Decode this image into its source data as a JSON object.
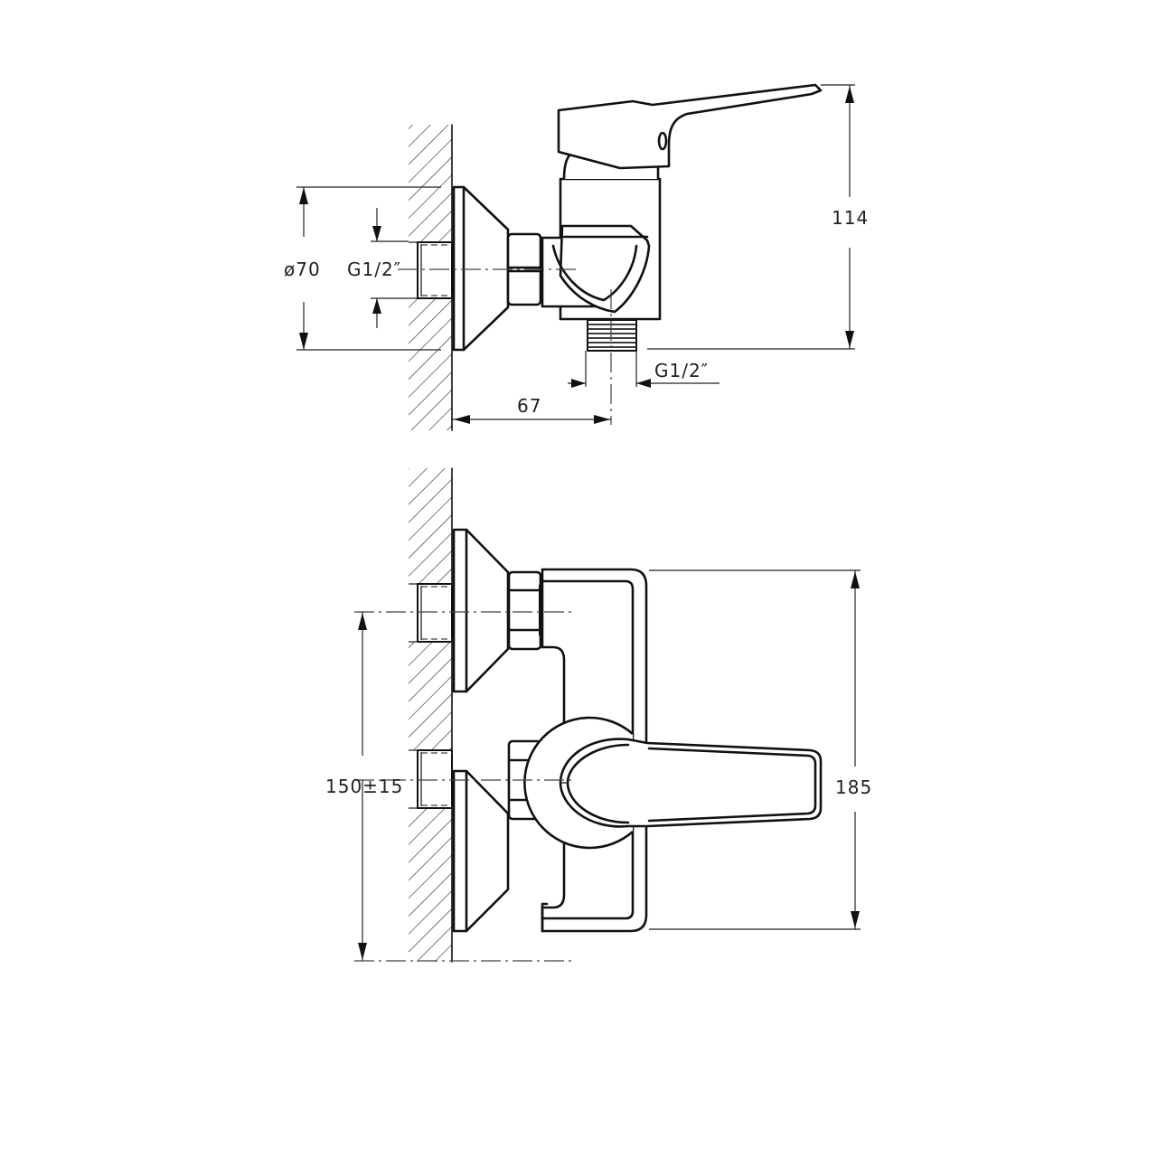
{
  "drawing": {
    "type": "technical-drawing",
    "subject": "wall-mounted single-lever shower mixer",
    "views": [
      {
        "name": "side-view",
        "dimensions": {
          "flange_diameter": "ø70",
          "inlet_thread": "G1/2\"",
          "outlet_thread": "G1/2\"",
          "projection": "67",
          "height": "114"
        }
      },
      {
        "name": "front-view",
        "dimensions": {
          "inlet_spacing": "150±15",
          "height": "185"
        }
      }
    ]
  },
  "labels": {
    "side_diameter": "ø70",
    "side_inlet_thread": "G1/2″",
    "side_outlet_thread": "G1/2″",
    "side_projection": "67",
    "side_height": "114",
    "front_spacing": "150±15",
    "front_height": "185"
  },
  "colors": {
    "line": "#111111",
    "background": "#ffffff"
  }
}
